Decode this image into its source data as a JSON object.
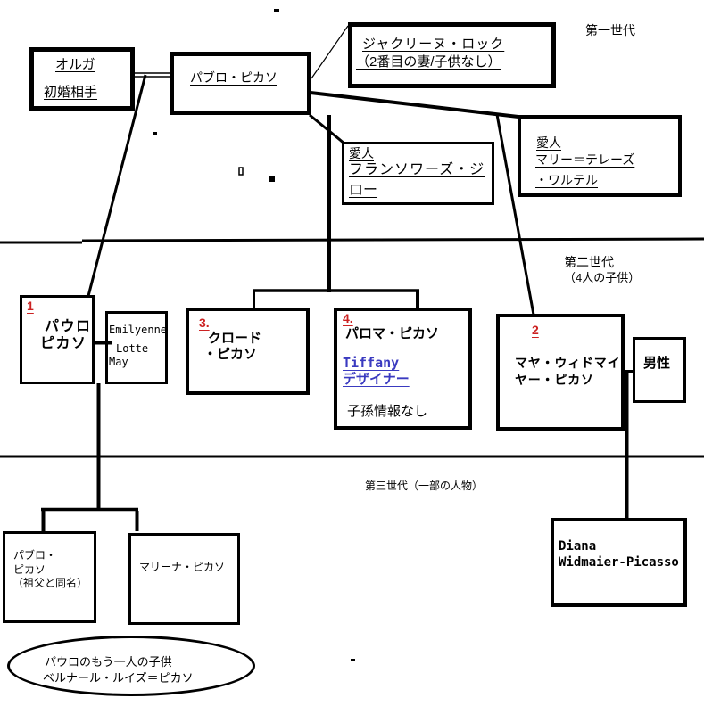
{
  "generations": {
    "gen1_label": "第一世代",
    "gen2_label_line1": "第二世代",
    "gen2_label_line2": "（4人の子供）",
    "gen3_label": "第三世代（一部の人物）"
  },
  "nodes": {
    "olga": {
      "name": "オルガ",
      "note": "初婚相手"
    },
    "pablo": {
      "name": "パブロ・ピカソ"
    },
    "jacqueline": {
      "name": "ジャクリーヌ・ロック",
      "note": "（2番目の妻/子供なし）"
    },
    "francoise": {
      "role": "愛人",
      "name_line1": "フランソワーズ・ジ",
      "name_line2": "ロー"
    },
    "marie_therese": {
      "role": "愛人",
      "name_line1": "マリー＝テレーズ",
      "name_line2": "・ワルテル"
    },
    "paulo": {
      "number": "1",
      "name_line1": "パウロ",
      "name_line2": "ピカソ"
    },
    "emilyenne": {
      "name_line1": "Emilyenne",
      "name_line2": "Lotte",
      "name_line3": "May"
    },
    "claude": {
      "number": "3.",
      "name_line1": "クロード",
      "name_line2": "・ピカソ"
    },
    "paloma": {
      "number": "4.",
      "name": "パロマ・ピカソ",
      "link_line1": "Tiffany",
      "link_line2": "デザイナー",
      "note": "子孫情報なし"
    },
    "maya": {
      "number": "2",
      "name_line1": "マヤ・ウィドマイ",
      "name_line2": "ヤー・ピカソ"
    },
    "male": {
      "name": "男性"
    },
    "pablo_iii": {
      "name_line1": "パブロ・",
      "name_line2": "ピカソ",
      "note": "（祖父と同名）"
    },
    "marina": {
      "name": "マリーナ・ピカソ"
    },
    "diana": {
      "name_line1": "Diana",
      "name_line2": "Widmaier-Picasso"
    },
    "bernard_note": {
      "line1": "パウロのもう一人の子供",
      "line2": "ベルナール・ルイズ＝ピカソ"
    }
  },
  "colors": {
    "ink": "#000000",
    "background": "#ffffff",
    "number_red": "#cc2222",
    "link_blue": "#3a3ac0"
  }
}
